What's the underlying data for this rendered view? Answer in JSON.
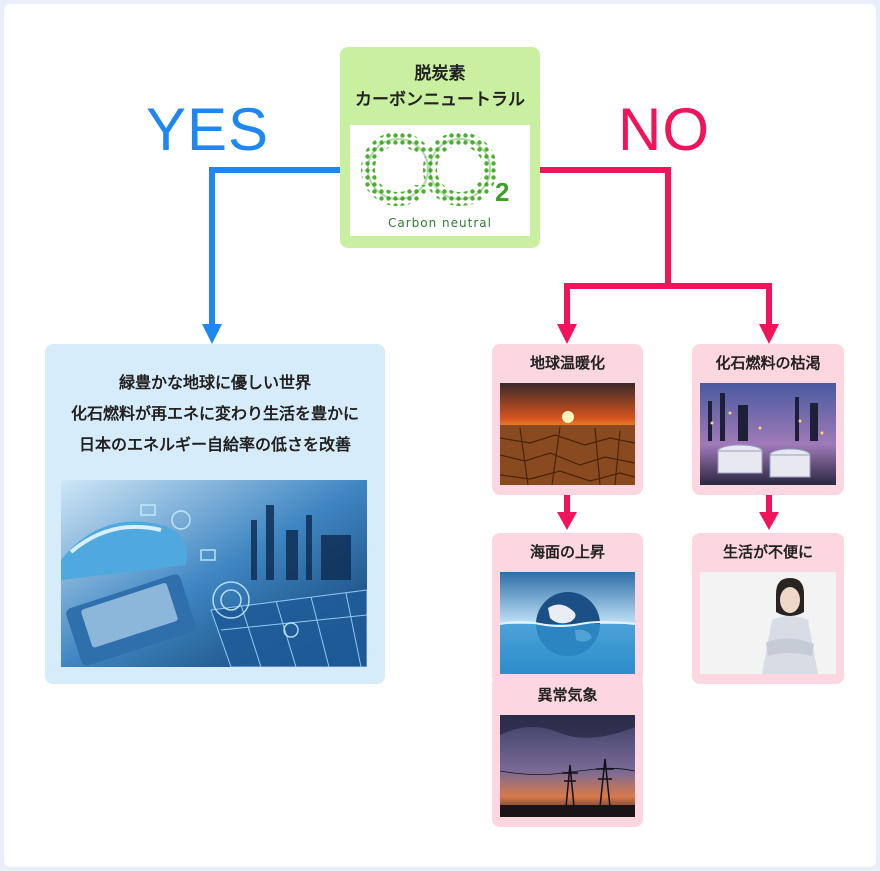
{
  "center": {
    "line1": "脱炭素",
    "line2": "カーボンニュートラル",
    "logo_text": "Carbon neutral",
    "logo_co": "CO",
    "logo_sub": "2"
  },
  "yes_label": "YES",
  "no_label": "NO",
  "yes_card": {
    "lines": [
      "緑豊かな地球に優しい世界",
      "化石燃料が再エネに変わり生活を豊かに",
      "日本のエネルギー自給率の低さを改善"
    ]
  },
  "no_cards": {
    "warming": "地球温暖化",
    "fossil": "化石燃料の枯渇",
    "sea": "海面の上昇",
    "inconvenient": "生活が不便に",
    "weather": "異常気象"
  },
  "colors": {
    "yes": "#1e88f0",
    "no": "#f0145a",
    "center_bg": "#c8f0a0",
    "yes_bg": "#d6ecfa",
    "no_bg": "#fcd6e0"
  }
}
